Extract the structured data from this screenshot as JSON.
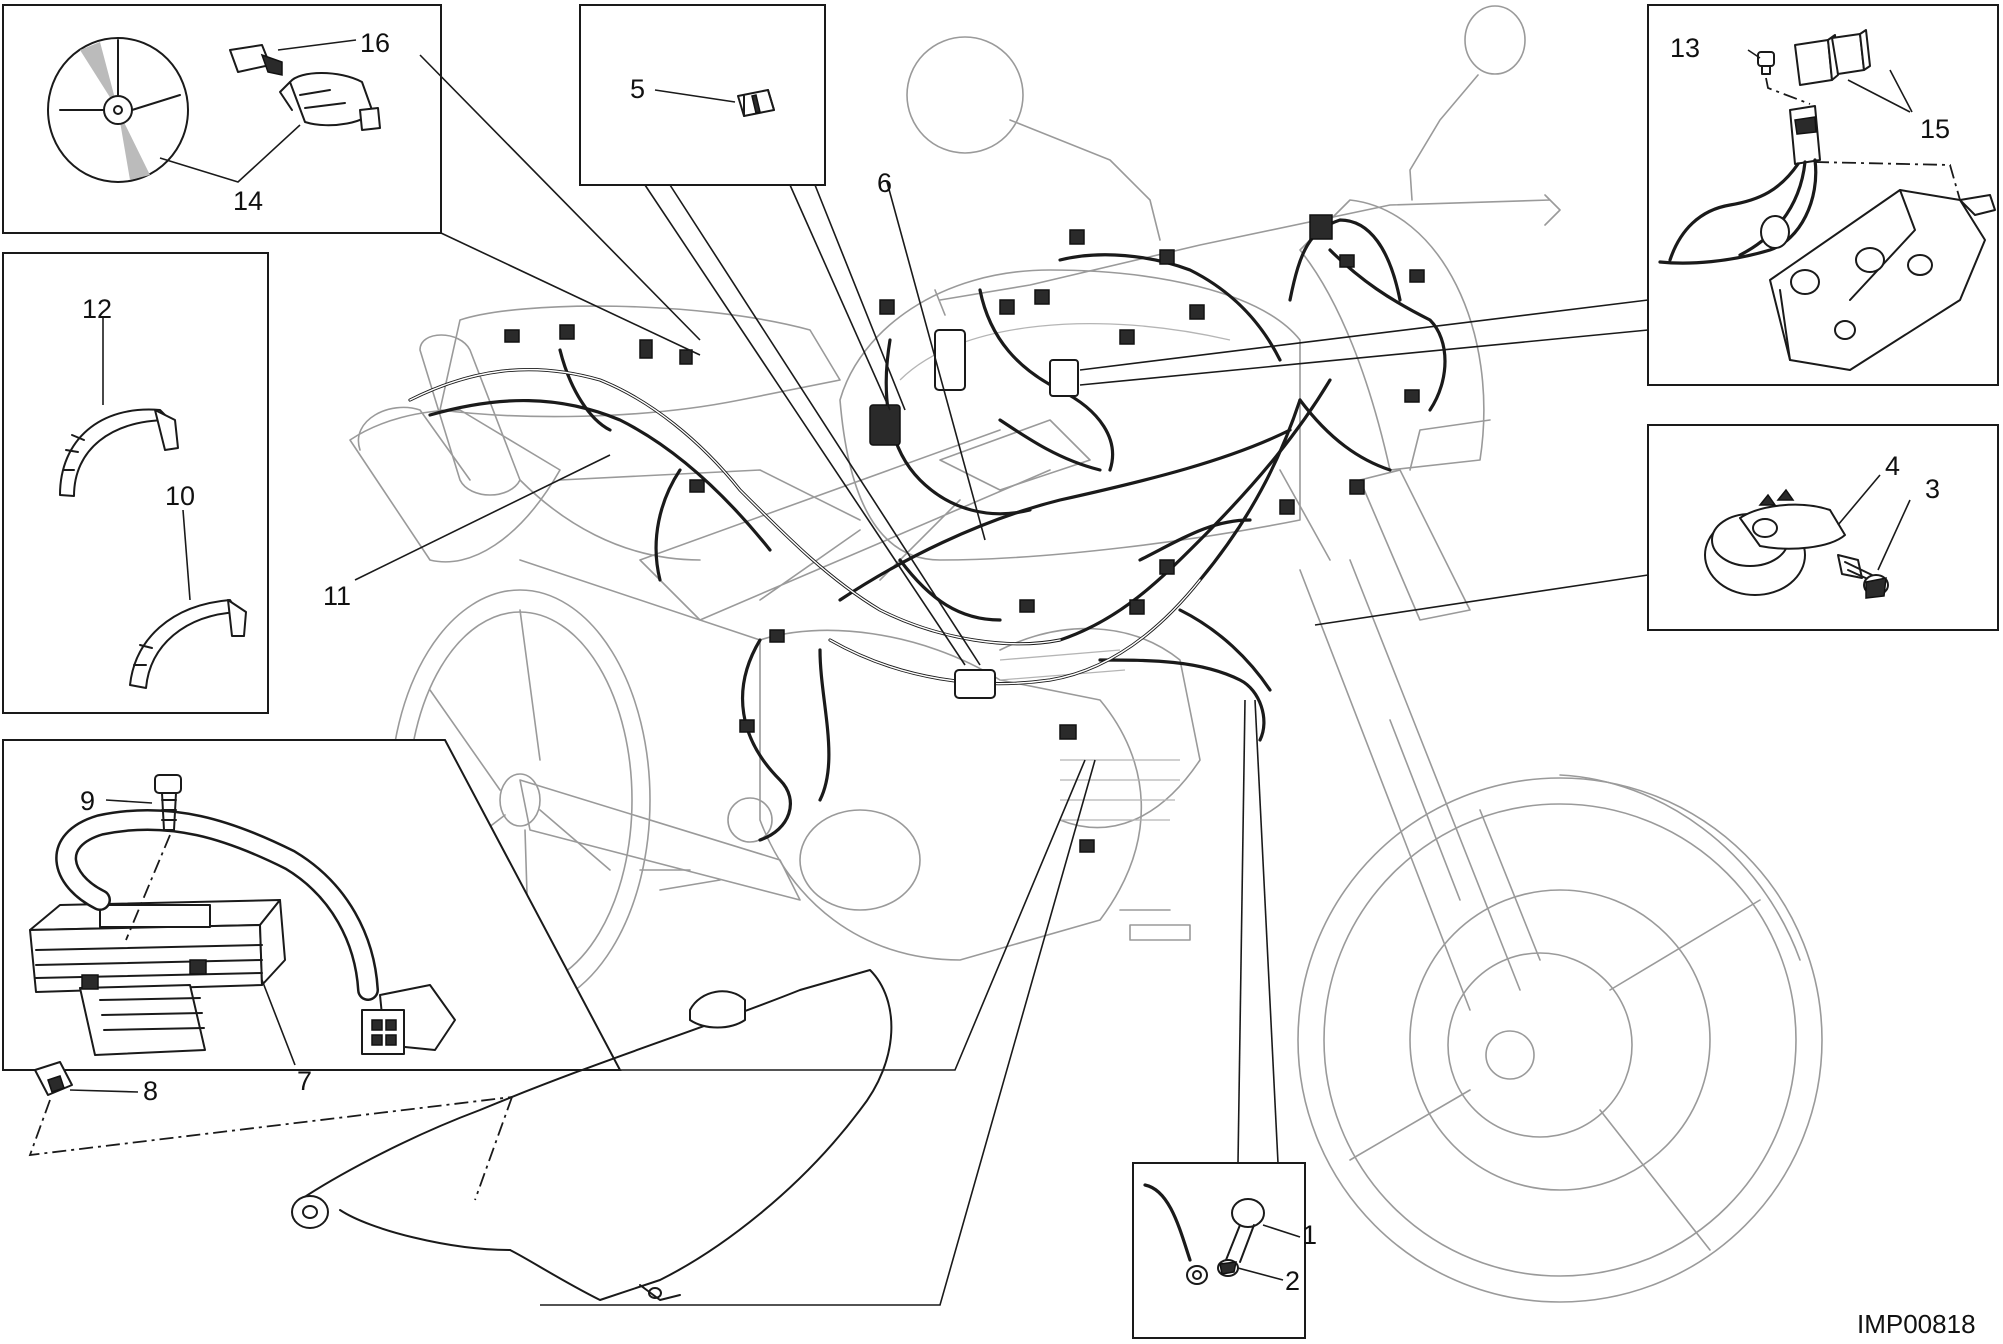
{
  "figure_code": "IMP00818",
  "callouts": {
    "c1": "1",
    "c2": "2",
    "c3": "3",
    "c4": "4",
    "c5": "5",
    "c6": "6",
    "c7": "7",
    "c8": "8",
    "c9": "9",
    "c10": "10",
    "c11": "11",
    "c12": "12",
    "c13": "13",
    "c14": "14",
    "c15": "15",
    "c16": "16"
  },
  "colors": {
    "ink": "#1a1a1a",
    "ghost": "#9a9a9a",
    "background": "#ffffff"
  }
}
